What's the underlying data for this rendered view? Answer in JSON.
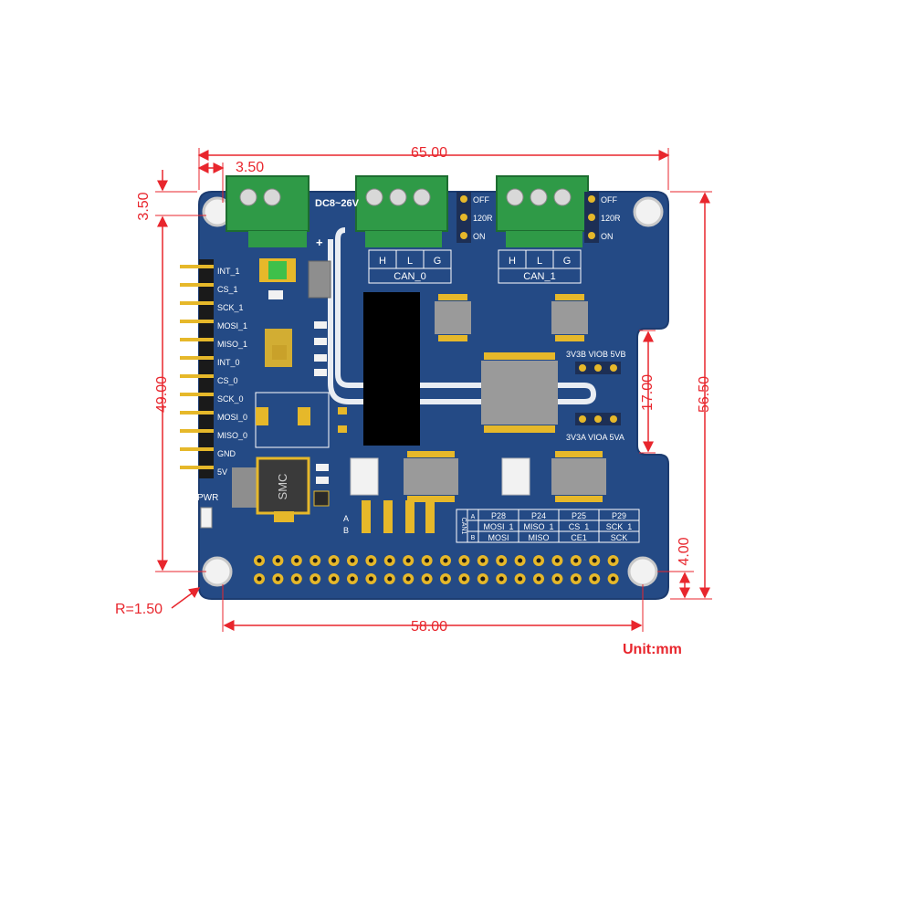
{
  "dimensions": {
    "width_total": "65.00",
    "mount_offset_x": "3.50",
    "mount_offset_y": "3.50",
    "header_height": "49.00",
    "board_height": "56.50",
    "notch_height": "17.00",
    "bottom_offset": "4.00",
    "corner_radius": "R=1.50",
    "hole_span": "58.00",
    "unit": "Unit:mm"
  },
  "header_pins": [
    "INT_1",
    "CS_1",
    "SCK_1",
    "MOSI_1",
    "MISO_1",
    "INT_0",
    "CS_0",
    "SCK_0",
    "MOSI_0",
    "MISO_0",
    "GND",
    "5V"
  ],
  "labels": {
    "power_input": "DC8~26V",
    "plus": "+",
    "pwr": "PWR",
    "smc": "SMC",
    "can0": "CAN_0",
    "can1": "CAN_1",
    "term_h": "H",
    "term_l": "L",
    "term_g": "G",
    "sw_off": "OFF",
    "sw_120r": "120R",
    "sw_on": "ON",
    "vio_b": "3V3B VIOB 5VB",
    "vio_a": "3V3A VIOA 5VA",
    "sel_a": "A",
    "sel_b": "B"
  },
  "pin_table": {
    "side_label": "CAN1",
    "row_a_label": "A",
    "row_b_label": "B",
    "pins": [
      "P28",
      "P24",
      "P25",
      "P29"
    ],
    "row_a": [
      "MOSI_1",
      "MISO_1",
      "CS_1",
      "SCK_1"
    ],
    "row_b": [
      "MOSI",
      "MISO",
      "CE1",
      "SCK"
    ]
  },
  "colors": {
    "pcb": "#244a85",
    "pcb_edge": "#1c3c70",
    "dimension": "#e8262d",
    "terminal": "#2f9a47",
    "chip": "#9a9a9a",
    "gold": "#e6b82a",
    "silk": "#ffffff"
  }
}
